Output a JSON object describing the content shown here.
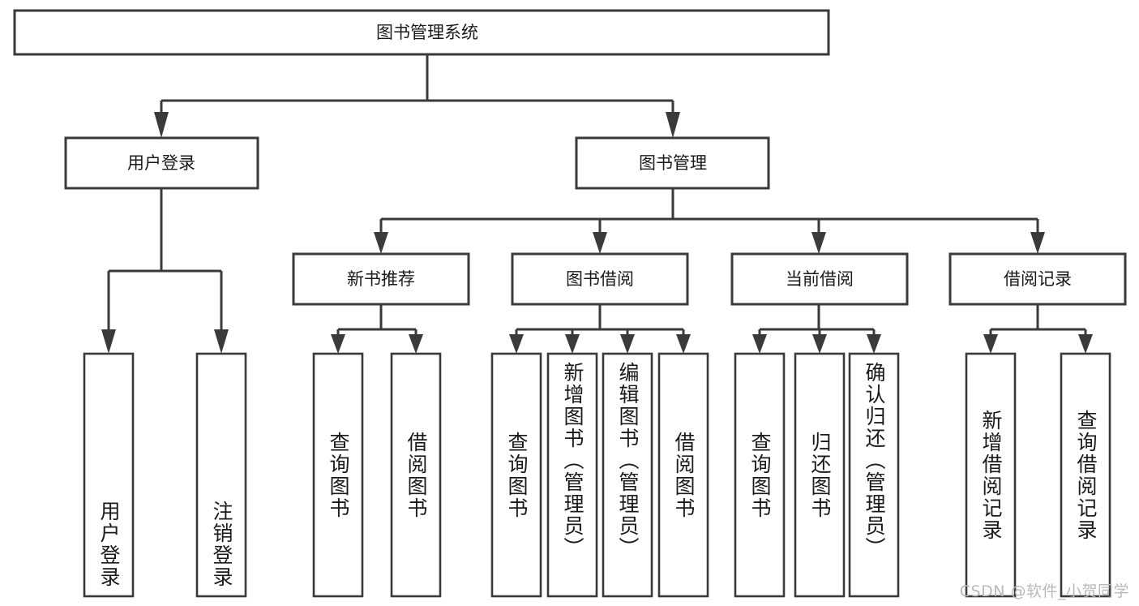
{
  "diagram": {
    "title": "图书管理系统",
    "type": "tree-hierarchy",
    "watermark": "CSDN @软件_小贺同学",
    "colors": {
      "box_stroke": "#3a3a3a",
      "box_fill": "#ffffff",
      "connector": "#3a3a3a",
      "text": "#1a1a1a",
      "watermark": "#b9b9b9",
      "background": "#ffffff"
    },
    "root": {
      "label": "图书管理系统"
    },
    "level2": [
      {
        "label": "用户登录"
      },
      {
        "label": "图书管理"
      }
    ],
    "level3": [
      {
        "label": "新书推荐"
      },
      {
        "label": "图书借阅"
      },
      {
        "label": "当前借阅"
      },
      {
        "label": "借阅记录"
      }
    ],
    "leaves": {
      "user_login": [
        {
          "label": "用户登录"
        },
        {
          "label": "注销登录"
        }
      ],
      "new_book_recommend": [
        {
          "label": "查询图书"
        },
        {
          "label": "借阅图书"
        }
      ],
      "book_borrow": [
        {
          "label": "查询图书"
        },
        {
          "label": "新增图书（管理员）"
        },
        {
          "label": "编辑图书（管理员）"
        },
        {
          "label": "借阅图书"
        }
      ],
      "current_borrow": [
        {
          "label": "查询图书"
        },
        {
          "label": "归还图书"
        },
        {
          "label": "确认归还（管理员）"
        }
      ],
      "borrow_record": [
        {
          "label": "新增借阅记录"
        },
        {
          "label": "查询借阅记录"
        }
      ]
    }
  }
}
